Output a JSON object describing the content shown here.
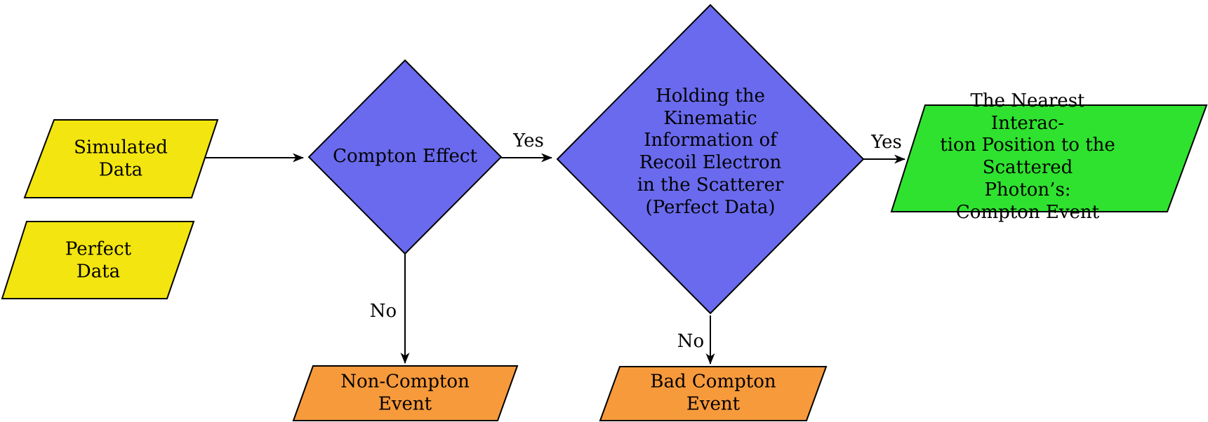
{
  "diagram": {
    "background": "#ffffff",
    "stroke_color": "#000000",
    "nodes": {
      "simulated_data": {
        "label": "Simulated\nData",
        "shape": "parallelogram",
        "fill": "#F3E50F"
      },
      "perfect_data": {
        "label": "Perfect\nData",
        "shape": "parallelogram",
        "fill": "#F3E50F"
      },
      "compton_effect": {
        "label": "Compton Effect",
        "shape": "diamond",
        "fill": "#6A6AEE"
      },
      "kinematic_info": {
        "label": "Holding the\nKinematic\nInformation of\nRecoil Electron\nin the Scatterer\n(Perfect Data)",
        "shape": "diamond",
        "fill": "#6A6AEE"
      },
      "nearest_interaction": {
        "label": "The Nearest Interac-\ntion Position to the\nScattered Photon’s:\nCompton Event",
        "shape": "parallelogram",
        "fill": "#2FE22F"
      },
      "non_compton_event": {
        "label": "Non-Compton\nEvent",
        "shape": "parallelogram",
        "fill": "#F79A3C"
      },
      "bad_compton_event": {
        "label": "Bad Compton\nEvent",
        "shape": "parallelogram",
        "fill": "#F79A3C"
      }
    },
    "edge_labels": {
      "yes1": "Yes",
      "yes2": "Yes",
      "no1": "No",
      "no2": "No"
    }
  }
}
